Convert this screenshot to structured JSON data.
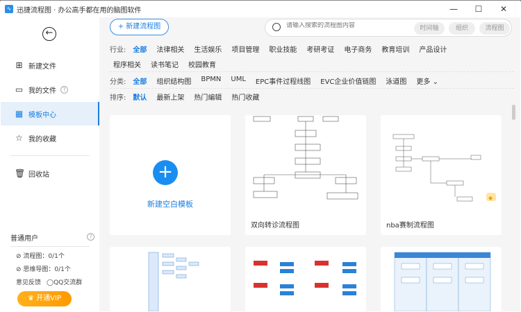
{
  "window": {
    "title": "迅捷流程图 · 办公高手都在用的脑图软件",
    "minimize": "—",
    "maximize": "☐",
    "close": "✕"
  },
  "sidebar": {
    "items": [
      {
        "label": "新建文件",
        "icon": "plus-square-icon"
      },
      {
        "label": "我的文件",
        "icon": "folder-icon"
      },
      {
        "label": "模板中心",
        "icon": "grid-icon",
        "active": true
      },
      {
        "label": "我的收藏",
        "icon": "star-icon"
      },
      {
        "label": "回收站",
        "icon": "trash-icon"
      }
    ],
    "user": {
      "type": "普通用户",
      "flowchart_quota": "流程图：0/1个",
      "mindmap_quota": "思维导图：0/1个",
      "feedback": "意见反馈",
      "qq_group": "QQ交流群",
      "vip_button": "开通VIP"
    }
  },
  "toolbar": {
    "new_flowchart": "+ 新建流程图",
    "search_placeholder": "请输入搜索的流程图内容",
    "chips": [
      "时间轴",
      "组织",
      "流程图"
    ]
  },
  "filters": {
    "industry_label": "行业:",
    "industry": [
      "全部",
      "法律相关",
      "生活娱乐",
      "项目管理",
      "职业技能",
      "考研考证",
      "电子商务",
      "教育培训",
      "产品设计",
      "程序相关",
      "读书笔记",
      "校园教育"
    ],
    "category_label": "分类:",
    "category": [
      "全部",
      "组织结构图",
      "BPMN",
      "UML",
      "EPC事件过程线图",
      "EVC企业价值链图",
      "泳道图",
      "更多 ⌄"
    ],
    "sort_label": "排序:",
    "sort": [
      "默认",
      "最新上架",
      "热门编辑",
      "热门收藏"
    ]
  },
  "templates": [
    {
      "title": "新建空白模板"
    },
    {
      "title": "双向转诊流程图"
    },
    {
      "title": "nba赛制流程图"
    }
  ],
  "accent": "#1a7ee0"
}
